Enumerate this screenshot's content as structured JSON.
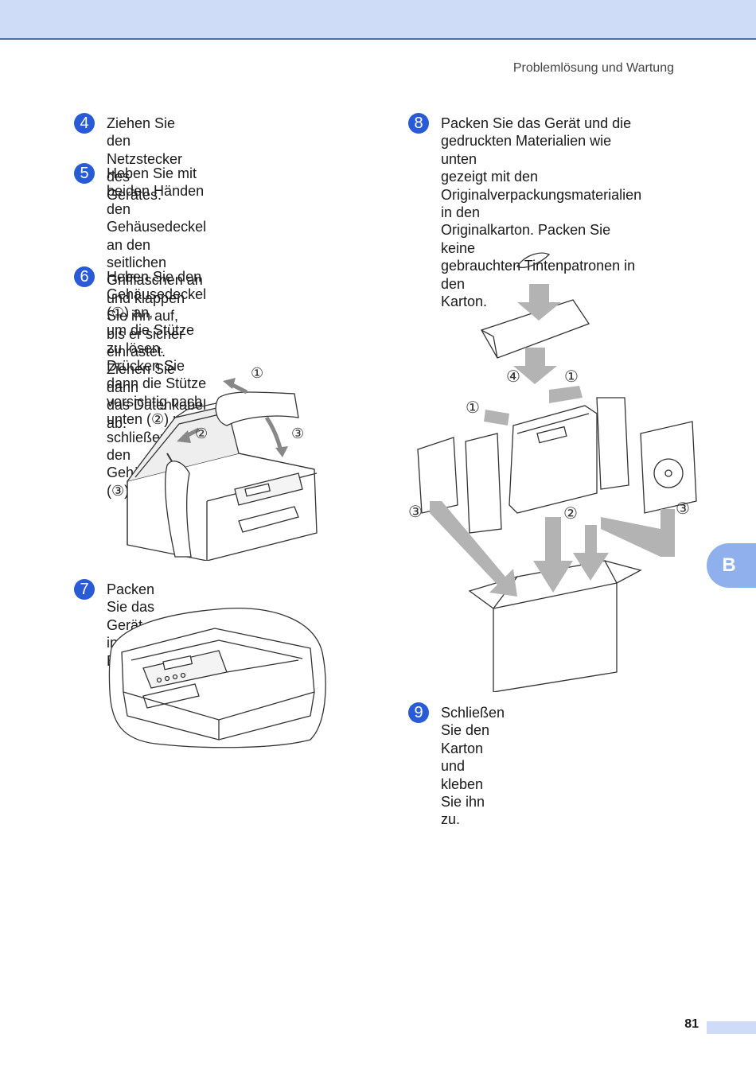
{
  "header": {
    "title": "Problemlösung und Wartung"
  },
  "steps": [
    {
      "number": "4",
      "text": "Ziehen Sie den Netzstecker des\nGerätes."
    },
    {
      "number": "5",
      "text": "Heben Sie mit beiden Händen den\nGehäusedeckel an den seitlichen\nGrifflaschen an und klappen Sie ihn auf,\nbis er sicher einrastet. Ziehen Sie dann\ndas Datenkabel ab."
    },
    {
      "number": "6",
      "text": "Heben Sie den Gehäusedeckel (①) an,\num die Stütze zu lösen. Drücken Sie\ndann die Stütze vorsichtig nach\nunten (②) und schließen Sie den\nGehäusedeckel (③)."
    },
    {
      "number": "7",
      "text": "Packen Sie das Gerät in den Beutel."
    },
    {
      "number": "8",
      "text": "Packen Sie das Gerät und die\ngedruckten Materialien wie unten\ngezeigt mit den\nOriginalverpackungsmaterialien in den\nOriginalkarton. Packen Sie keine\ngebrauchten Tintenpatronen in den\nKarton."
    },
    {
      "number": "9",
      "text": "Schließen Sie den Karton und kleben\nSie ihn zu."
    }
  ],
  "figure6": {
    "callouts": [
      "①",
      "②",
      "③"
    ]
  },
  "figure8": {
    "callouts": [
      "④",
      "①",
      "①",
      "③",
      "②",
      "③"
    ]
  },
  "side_tab": {
    "label": "B"
  },
  "footer": {
    "page_number": "81"
  },
  "colors": {
    "accent": "#2a5bd7",
    "band": "#cfdcf7",
    "tab": "#8fb0ec"
  }
}
